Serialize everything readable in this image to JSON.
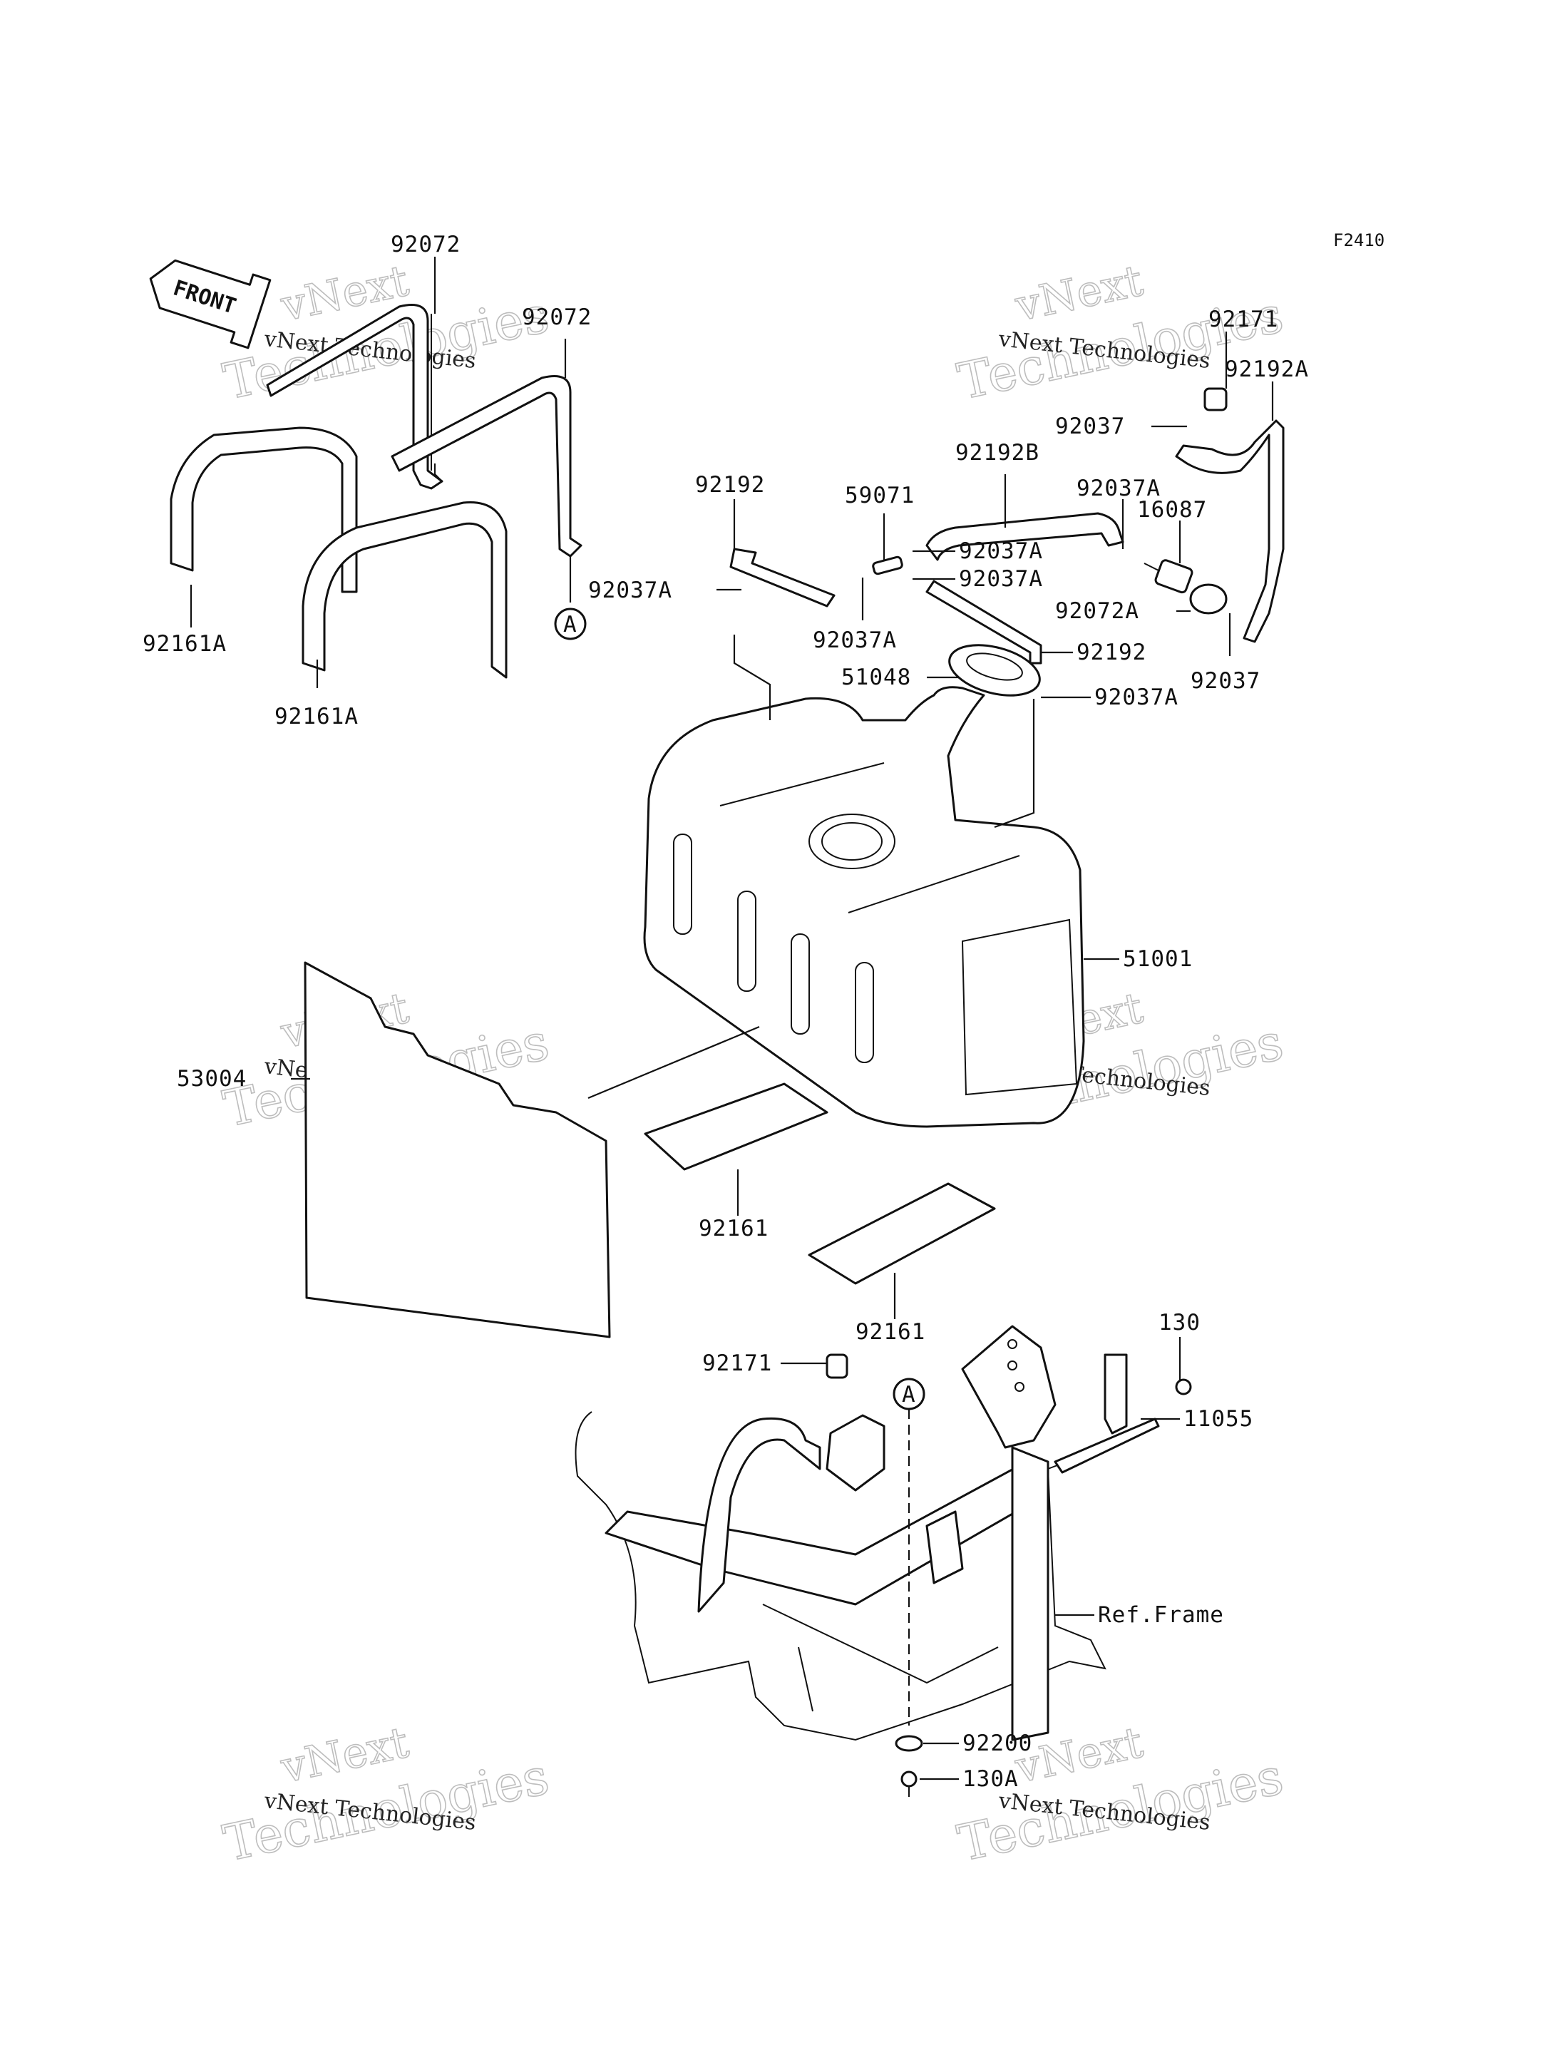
{
  "figure_code": "F2410",
  "front_label": "FRONT",
  "callout_a": "A",
  "parts": {
    "p92072_1": "92072",
    "p92072_2": "92072",
    "p92161A_1": "92161A",
    "p92161A_2": "92161A",
    "p92192_1": "92192",
    "p92037A_1": "92037A",
    "p59071": "59071",
    "p92192B": "92192B",
    "p92037A_2": "92037A",
    "p92037A_3": "92037A",
    "p92037A_4": "92037A",
    "p92037A_5": "92037A",
    "p92037A_6": "92037A",
    "p16087": "16087",
    "p92171_1": "92171",
    "p92192A": "92192A",
    "p92037_1": "92037",
    "p92072A": "92072A",
    "p92037_2": "92037",
    "p92192_2": "92192",
    "p51048": "51048",
    "p51001": "51001",
    "p53004": "53004",
    "p92161_1": "92161",
    "p92161_2": "92161",
    "p92171_2": "92171",
    "p130": "130",
    "p11055": "11055",
    "ref_frame": "Ref.Frame",
    "p92200": "92200",
    "p130A": "130A"
  },
  "watermark": {
    "line1": "vNext",
    "line2": "Technologies",
    "small": "vNext Technologies"
  }
}
